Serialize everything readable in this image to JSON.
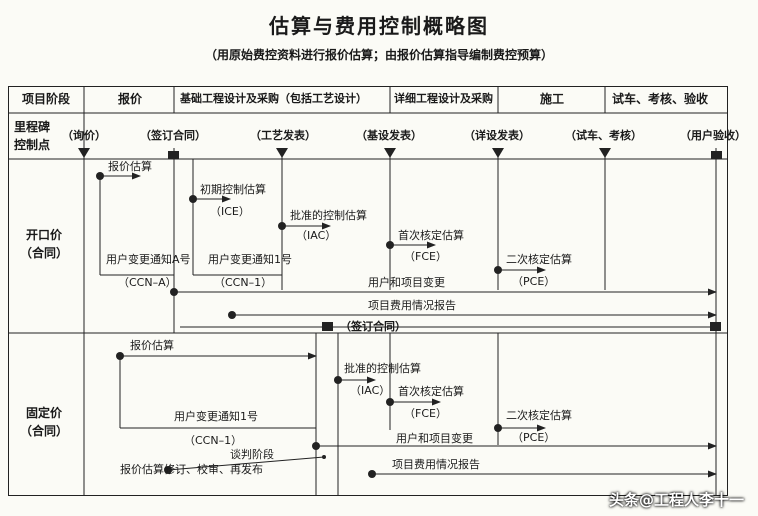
{
  "title": "估算与费用控制概略图",
  "subtitle": "（用原始费控资料进行报价估算；由报价估算指导编制费控预算）",
  "header": {
    "label": "项目阶段",
    "phases": [
      "报价",
      "基础工程设计及采购（包括工艺设计）",
      "详细工程设计及采购",
      "施工",
      "试车、考核、验收"
    ]
  },
  "milestones": {
    "label_line1": "里程碑",
    "label_line2": "控制点",
    "items": [
      "（询价）",
      "（签订合同）",
      "（工艺发表）",
      "（基设发表）",
      "（详设发表）",
      "（试车、考核）",
      "（用户验收）"
    ]
  },
  "open_price": {
    "label_line1": "开口价",
    "label_line2": "（合同）",
    "labels": {
      "bid_estimate": "报价估算",
      "initial_estimate": "初期控制估算",
      "ice": "（ICE）",
      "approved_estimate": "批准的控制估算",
      "iac": "（IAC）",
      "first_verified": "首次核定估算",
      "fce": "（FCE）",
      "second_verified": "二次核定估算",
      "pce": "（PCE）",
      "ccn_a_notice": "用户变更通知A号",
      "ccn_a": "（CCN–A）",
      "ccn_1_notice": "用户变更通知1号",
      "ccn_1": "（CCN–1）",
      "user_project_change": "用户和项目变更",
      "cost_report": "项目费用情况报告"
    }
  },
  "sign_contract_label": "（签订合同）",
  "fixed_price": {
    "label_line1": "固定价",
    "label_line2": "（合同）",
    "labels": {
      "bid_estimate": "报价估算",
      "approved_estimate": "批准的控制估算",
      "iac": "（IAC）",
      "first_verified": "首次核定估算",
      "fce": "（FCE）",
      "second_verified": "二次核定估算",
      "pce": "（PCE）",
      "ccn_1_notice": "用户变更通知1号",
      "ccn_1": "（CCN–1）",
      "negotiation": "谈判阶段",
      "user_project_change": "用户和项目变更",
      "bid_revision": "报价估算修订、校审、再发布",
      "cost_report": "项目费用情况报告"
    }
  },
  "watermark": "头条@工程人李十一"
}
